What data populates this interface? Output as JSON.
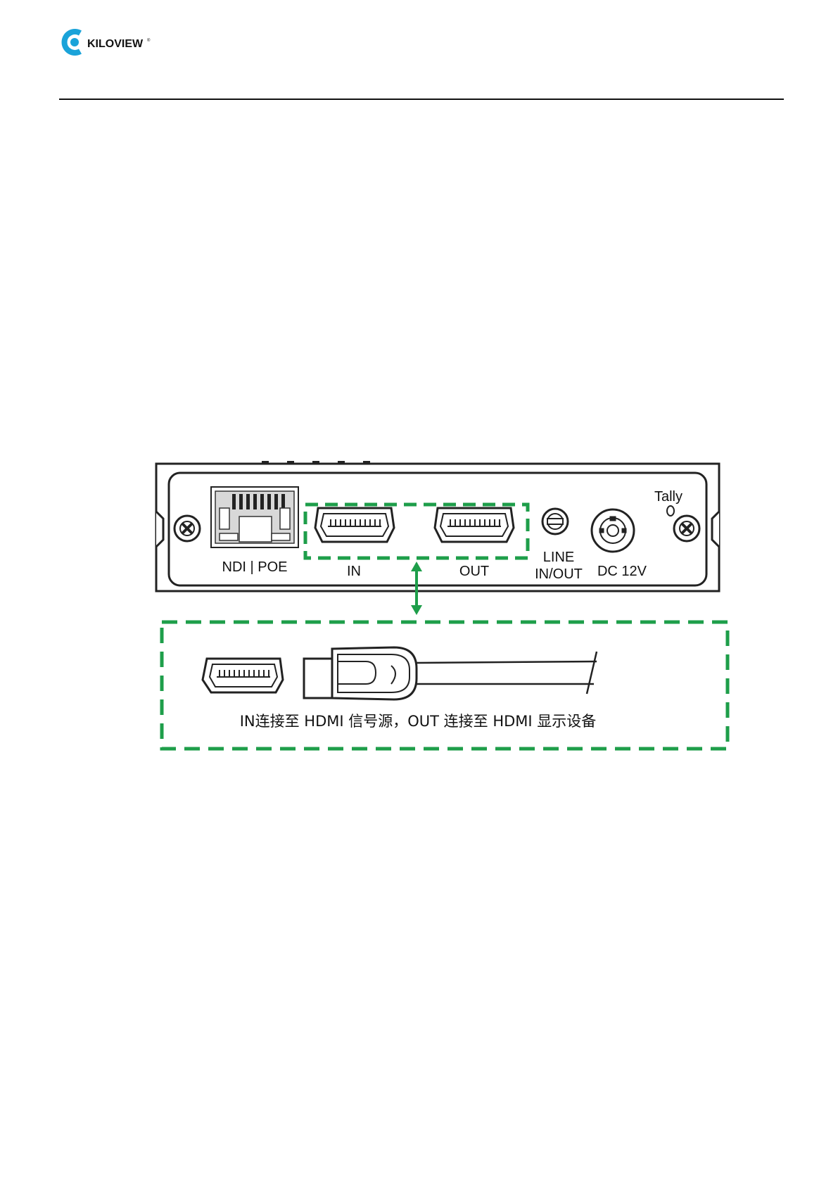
{
  "header": {
    "brand": "KILOVIEW",
    "registered_mark": "®",
    "accent_color": "#1aa3d9"
  },
  "panel": {
    "ports": {
      "ndi_poe": "NDI | POE",
      "hdmi_in": "IN",
      "hdmi_out": "OUT",
      "line_line1": "LINE",
      "line_line2": "IN/OUT",
      "dc": "DC 12V",
      "tally": "Tally"
    }
  },
  "callout": {
    "caption": "IN连接至 HDMI 信号源，OUT 连接至 HDMI 显示设备",
    "highlight_color": "#1e9e4a"
  }
}
